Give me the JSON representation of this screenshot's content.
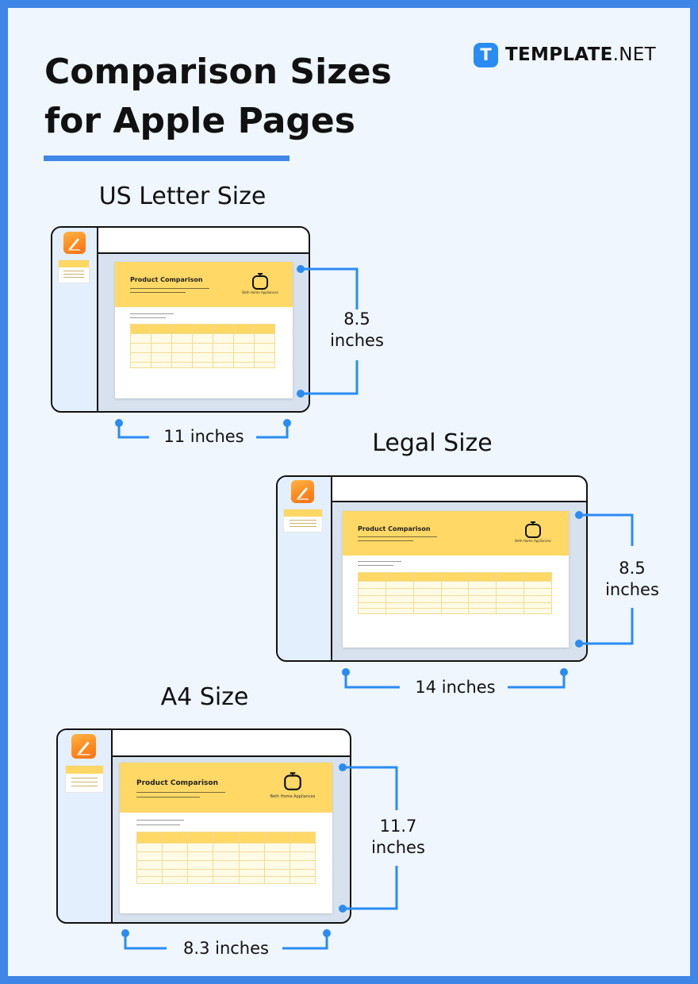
{
  "header": {
    "title_line1": "Comparison Sizes",
    "title_line2": "for Apple Pages",
    "brand_badge": "T",
    "brand_name_bold": "TEMPLATE",
    "brand_name_rest": ".NET",
    "accent_color": "#3f86e6"
  },
  "sections": [
    {
      "label": "US Letter Size",
      "height_value": "8.5",
      "height_unit": "inches",
      "width_text": "11 inches"
    },
    {
      "label": "Legal Size",
      "height_value": "8.5",
      "height_unit": "inches",
      "width_text": "14 inches"
    },
    {
      "label": "A4 Size",
      "height_value": "11.7",
      "height_unit": "inches",
      "width_text": "8.3 inches"
    }
  ],
  "document": {
    "title": "Product Comparison",
    "logo_text": "Beth Home Appliances",
    "header_color": "#ffd866"
  },
  "icons": [
    "pages-app-icon",
    "stopwatch-logo-icon"
  ]
}
